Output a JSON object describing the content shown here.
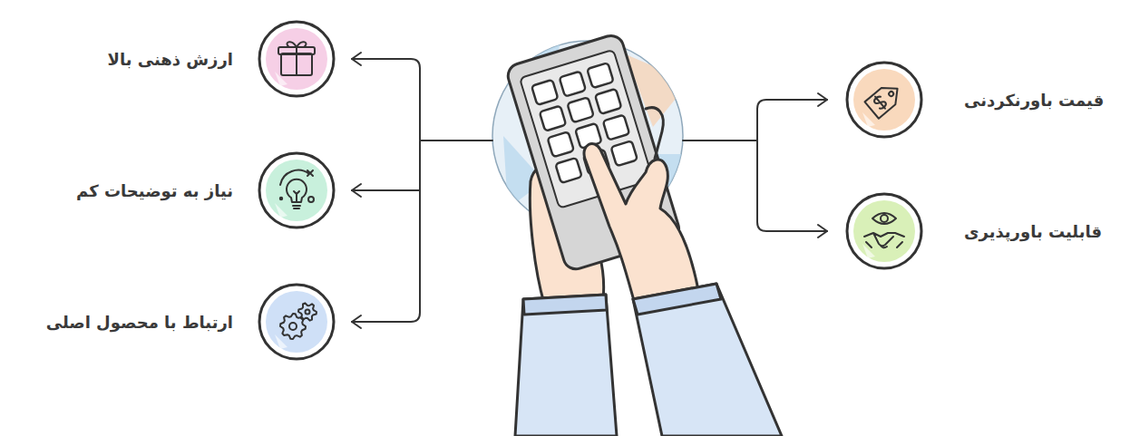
{
  "diagram": {
    "nodes": [
      {
        "text": [
          "قیمت باورنکردنی"
        ]
      },
      {
        "text": [
          "قابلیت باورپذیری"
        ]
      },
      {
        "text": [
          "ارزش ذهنی بالا"
        ]
      },
      {
        "text": [
          "نیاز به توضیحات کم"
        ]
      },
      {
        "text": [
          "ارتباط با محصول اصلی"
        ]
      }
    ]
  }
}
